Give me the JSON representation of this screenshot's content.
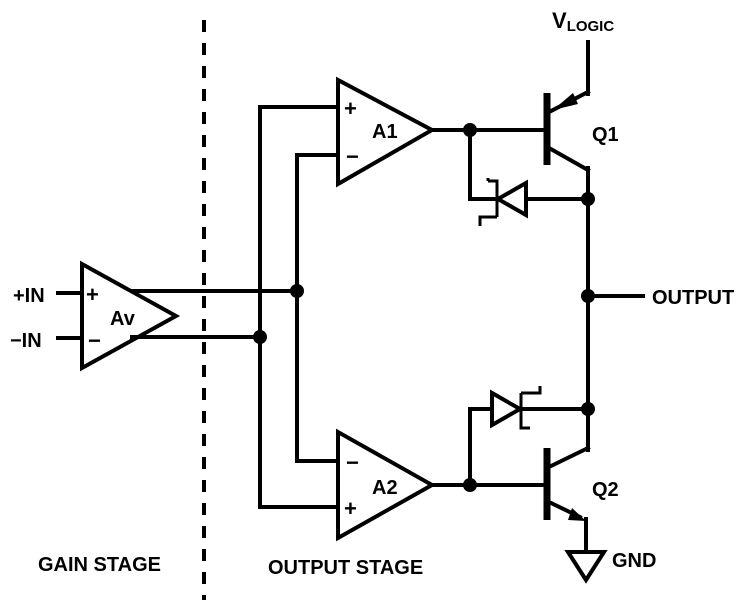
{
  "labels": {
    "vlogic_main": "V",
    "vlogic_sub": "LOGIC",
    "q1": "Q1",
    "q2": "Q2",
    "a1": "A1",
    "a2": "A2",
    "av": "Av",
    "plus_in": "+IN",
    "minus_in": "−IN",
    "output": "OUTPUT",
    "gnd": "GND",
    "gain_stage": "GAIN STAGE",
    "output_stage": "OUTPUT STAGE"
  },
  "signs": {
    "plus": "+",
    "minus": "−"
  }
}
